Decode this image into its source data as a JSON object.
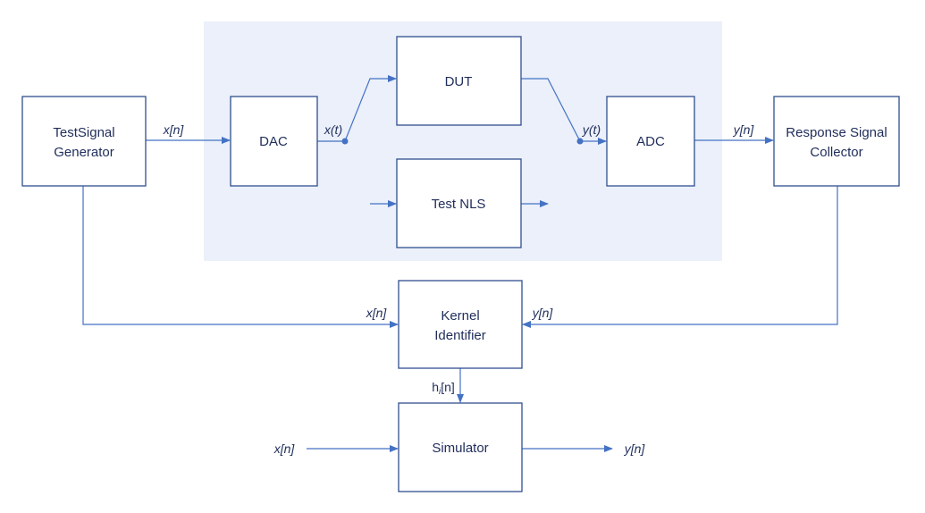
{
  "colors": {
    "line": "#4472c4",
    "region": "#ebf0fa",
    "text": "#1f2d5a"
  },
  "blocks": {
    "generator": [
      "TestSignal",
      "Generator"
    ],
    "dac": "DAC",
    "dut": "DUT",
    "test_nls": "Test NLS",
    "adc": "ADC",
    "collector": [
      "Response Signal",
      "Collector"
    ],
    "kernel": [
      "Kernel",
      "Identifier"
    ],
    "simulator": "Simulator"
  },
  "signals": {
    "xn_gen_dac": "x[n]",
    "xt": "x(t)",
    "yt": "y(t)",
    "yn_adc_col": "y[n]",
    "xn_kernel": "x[n]",
    "yn_kernel": "y[n]",
    "hi_base": "h",
    "hi_sub": "i",
    "hi_suffix": "[n]",
    "xn_sim": "x[n]",
    "yn_sim": "y[n]"
  }
}
